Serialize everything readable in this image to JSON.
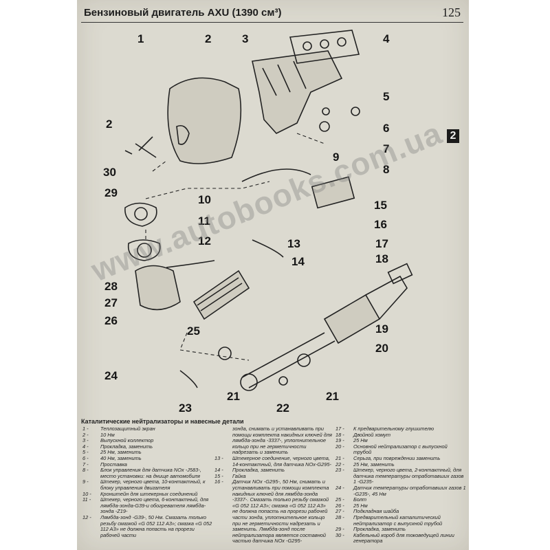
{
  "header": {
    "title": "Бензиновый двигатель AXU (1390 см³)",
    "page_number": "125"
  },
  "chapter_tab": "2",
  "watermark": "www.autobooks.com.ua",
  "callouts": [
    "1",
    "2",
    "3",
    "4",
    "5",
    "6",
    "7",
    "2",
    "30",
    "9",
    "8",
    "29",
    "10",
    "15",
    "11",
    "16",
    "12",
    "13",
    "14",
    "17",
    "18",
    "28",
    "27",
    "26",
    "25",
    "19",
    "20",
    "24",
    "21",
    "22",
    "21",
    "23"
  ],
  "caption": "Каталитические нейтрализаторы и навесные детали",
  "legend_col1": [
    {
      "n": "1 -",
      "t": "Теплозащитный экран"
    },
    {
      "n": "2 -",
      "t": "10 Нм"
    },
    {
      "n": "3 -",
      "t": "Выпускной коллектор"
    },
    {
      "n": "4 -",
      "t": "Прокладка, заменить"
    },
    {
      "n": "5 -",
      "t": "25 Нм, заменить"
    },
    {
      "n": "6 -",
      "t": "40 Нм, заменить"
    },
    {
      "n": "7 -",
      "t": "Проставка"
    },
    {
      "n": "8 -",
      "t": "Блок управления для датчика NOx -J583-, место установки: на днище автомобиля"
    },
    {
      "n": "9 -",
      "t": "Штекер, черного цвета, 10-контактный, к блоку управления двигателя"
    },
    {
      "n": "10 -",
      "t": "Кронштейн для штекерных соединений"
    },
    {
      "n": "11 -",
      "t": "Штекер, черного цвета, 6-контактный, для лямбда-зонда-G39-и обогревателя лямбда-зонда -Z19-"
    },
    {
      "n": "12 -",
      "t": "Лямбда-зонд -G39-, 50 Нм. Смазать только резьбу смазкой «G 052 112 A3»; смазка «G 052 112 A3» не должна попасть на прорези рабочей части"
    }
  ],
  "legend_col2": [
    {
      "n": "",
      "t": "зонда, снимать и устанавливать при помощи комплекта накидных ключей для лямбда-зонда -3337-, уплотнительное кольцо при не герметичности надрезать и заменить"
    },
    {
      "n": "13 -",
      "t": "Штекерное соединение, черного цвета, 14-контактный, для датчика NOx-G295-"
    },
    {
      "n": "14 -",
      "t": "Прокладка, заменить"
    },
    {
      "n": "15 -",
      "t": "Гайка"
    },
    {
      "n": "16 -",
      "t": "Датчик NOx -G295-, 50 Нм, снимать и устанавливать при помощи комплекта накидных ключей для лямбда-зонда -3337-. Смазать только резьбу смазкой «G 052 112 A3»; смазка «G 052 112 A3» не должна попасть на прорези рабочей части зонда, уплотнительное кольцо при не герметичности надрезать и заменить. Лямбда-зонд после нейтрализатора является составной частью датчика NOx -G295-"
    }
  ],
  "legend_col3": [
    {
      "n": "17 -",
      "t": "К предварительному глушителю"
    },
    {
      "n": "18 -",
      "t": "Двойной хомут"
    },
    {
      "n": "19 -",
      "t": "25 Нм"
    },
    {
      "n": "20 -",
      "t": "Основной нейтрализатор с выпускной трубой"
    },
    {
      "n": "21 -",
      "t": "Серьга, при повреждении заменить"
    },
    {
      "n": "22 -",
      "t": "25 Нм, заменить"
    },
    {
      "n": "23 -",
      "t": "Штекер, черного цвета, 2-контактный, для датчика температуры отработавших газов 1 -G235-"
    },
    {
      "n": "24 -",
      "t": "Датчик температуры отработавших газов 1 -G235-, 45 Нм"
    },
    {
      "n": "25 -",
      "t": "Болт"
    },
    {
      "n": "26 -",
      "t": "25 Нм"
    },
    {
      "n": "27 -",
      "t": "Подкладная шайба"
    },
    {
      "n": "28 -",
      "t": "Предварительный каталитический нейтрализатор с выпускной трубой"
    },
    {
      "n": "29 -",
      "t": "Прокладка, заменить"
    },
    {
      "n": "30 -",
      "t": "Кабельный короб для токоведущей линии генератора"
    }
  ]
}
